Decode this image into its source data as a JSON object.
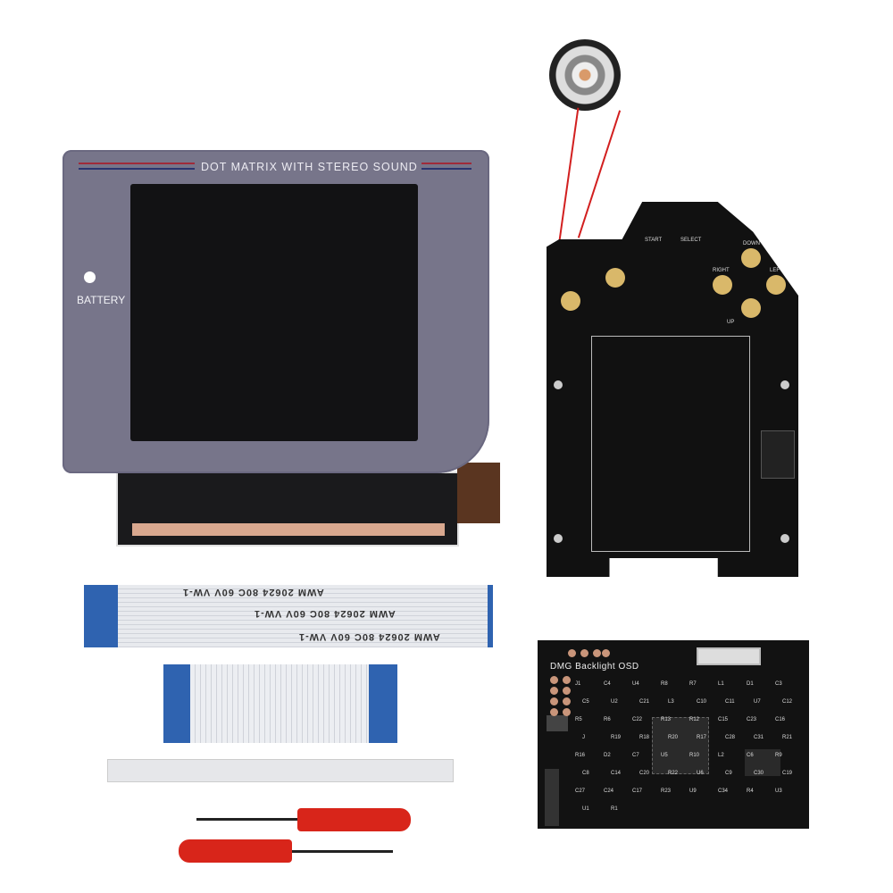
{
  "screen_bezel": {
    "title": "DOT MATRIX WITH STEREO SOUND",
    "battery_label": "BATTERY",
    "line_colors": [
      "#a02a3a",
      "#2a3470"
    ]
  },
  "ribbon_cable": {
    "text_row1": "AWM 20624 80C 60V VW-1",
    "text_row2": "AWM 20624 80C 60V VW-1",
    "text_row3": "AWM 20624 80C 60V VW-1"
  },
  "button_pcb": {
    "labels": [
      "START",
      "SELECT",
      "RIGHT",
      "LEFT",
      "DOWN",
      "UP"
    ]
  },
  "osd_pcb": {
    "title": "DMG Backlight OSD",
    "components": [
      "J1",
      "C4",
      "U4",
      "R8",
      "R7",
      "L1",
      "D1",
      "C3",
      "C5",
      "U2",
      "C21",
      "L3",
      "C10",
      "C11",
      "U7",
      "C12",
      "R5",
      "R6",
      "C22",
      "R13",
      "R12",
      "C15",
      "C23",
      "C16",
      "J",
      "R19",
      "R18",
      "R20",
      "R17",
      "C28",
      "C31",
      "R21",
      "R16",
      "D2",
      "C7",
      "U5",
      "R10",
      "L2",
      "C6",
      "R9",
      "C8",
      "C14",
      "C20",
      "R22",
      "U6",
      "C9",
      "C30",
      "C19",
      "C27",
      "C24",
      "C17",
      "R23",
      "U9",
      "C34",
      "R4",
      "U3",
      "U1",
      "R1"
    ]
  },
  "colors": {
    "bezel": "#77758a",
    "pcb": "#121212",
    "screwdriver": "#d8251a",
    "ribbon_tab": "#2f63b0"
  }
}
